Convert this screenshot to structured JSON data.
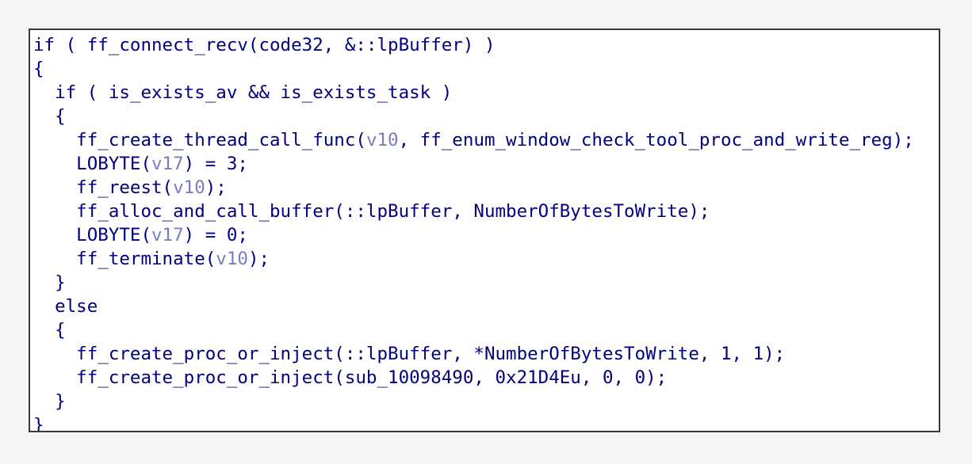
{
  "colors": {
    "background": "#f5f5f5",
    "panel": "#ffffff",
    "panel_border": "#3a3a3a",
    "code_text": "#000080",
    "local_var": "#7b7bc4"
  },
  "code": {
    "lines": [
      [
        {
          "t": "if ( ff_connect_recv(code32, &::lpBuffer) )",
          "c": "p"
        }
      ],
      [
        {
          "t": "{",
          "c": "p"
        }
      ],
      [
        {
          "t": "  if ( is_exists_av && is_exists_task )",
          "c": "p"
        }
      ],
      [
        {
          "t": "  {",
          "c": "p"
        }
      ],
      [
        {
          "t": "    ff_create_thread_call_func(",
          "c": "p"
        },
        {
          "t": "v10",
          "c": "var"
        },
        {
          "t": ", ff_enum_window_check_tool_proc_and_write_reg);",
          "c": "p"
        }
      ],
      [
        {
          "t": "    LOBYTE(",
          "c": "p"
        },
        {
          "t": "v17",
          "c": "var"
        },
        {
          "t": ") = 3;",
          "c": "p"
        }
      ],
      [
        {
          "t": "    ff_reest(",
          "c": "p"
        },
        {
          "t": "v10",
          "c": "var"
        },
        {
          "t": ");",
          "c": "p"
        }
      ],
      [
        {
          "t": "    ff_alloc_and_call_buffer(::lpBuffer, NumberOfBytesToWrite);",
          "c": "p"
        }
      ],
      [
        {
          "t": "    LOBYTE(",
          "c": "p"
        },
        {
          "t": "v17",
          "c": "var"
        },
        {
          "t": ") = 0;",
          "c": "p"
        }
      ],
      [
        {
          "t": "    ff_terminate(",
          "c": "p"
        },
        {
          "t": "v10",
          "c": "var"
        },
        {
          "t": ");",
          "c": "p"
        }
      ],
      [
        {
          "t": "  }",
          "c": "p"
        }
      ],
      [
        {
          "t": "  else",
          "c": "p"
        }
      ],
      [
        {
          "t": "  {",
          "c": "p"
        }
      ],
      [
        {
          "t": "    ff_create_proc_or_inject(::lpBuffer, *NumberOfBytesToWrite, 1, 1);",
          "c": "p"
        }
      ],
      [
        {
          "t": "    ff_create_proc_or_inject(sub_10098490, 0x21D4Eu, 0, 0);",
          "c": "p"
        }
      ],
      [
        {
          "t": "  }",
          "c": "p"
        }
      ],
      [
        {
          "t": "}",
          "c": "p"
        }
      ]
    ]
  }
}
